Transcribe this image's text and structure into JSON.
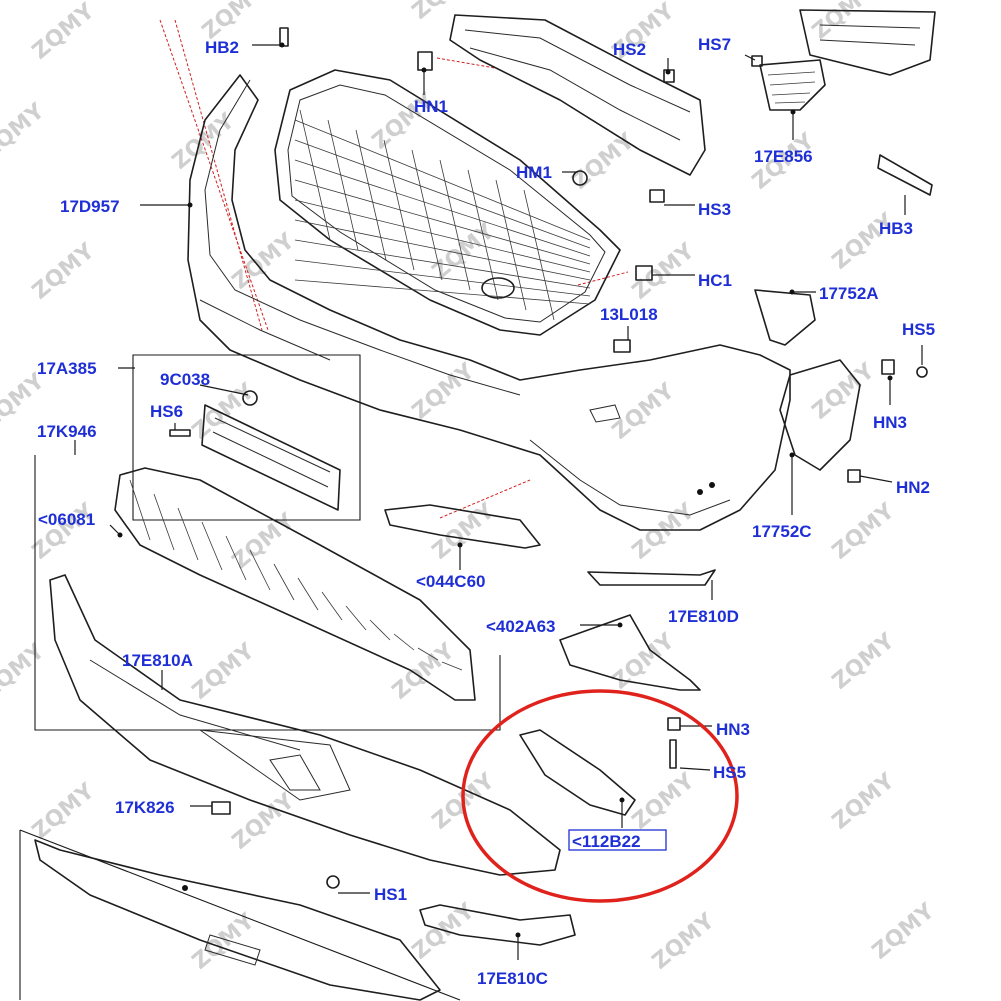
{
  "watermark": "ZQMY",
  "colors": {
    "callout": "#1f2fd6",
    "highlight": "#e0221c",
    "line": "#1e1e1e"
  },
  "callouts": {
    "hb2": "HB2",
    "hn1": "HN1",
    "hs2": "HS2",
    "hs7": "HS7",
    "hm1": "HM1",
    "hs3": "HS3",
    "e856": "17E856",
    "hb3": "HB3",
    "d957": "17D957",
    "hc1": "HC1",
    "a17752": "17752A",
    "l018": "13L018",
    "hs5_top": "HS5",
    "a385": "17A385",
    "c038": "9C038",
    "hn3_top": "HN3",
    "hs6": "HS6",
    "hn2": "HN2",
    "k946": "17K946",
    "c17752": "17752C",
    "g06081": "<06081",
    "c044": "<044C60",
    "e810d": "17E810D",
    "a402": "<402A63",
    "e810a": "17E810A",
    "hn3_bottom": "HN3",
    "hs5_bottom": "HS5",
    "k826": "17K826",
    "b112": "<112B22",
    "hs1": "HS1",
    "e810c": "17E810C"
  }
}
